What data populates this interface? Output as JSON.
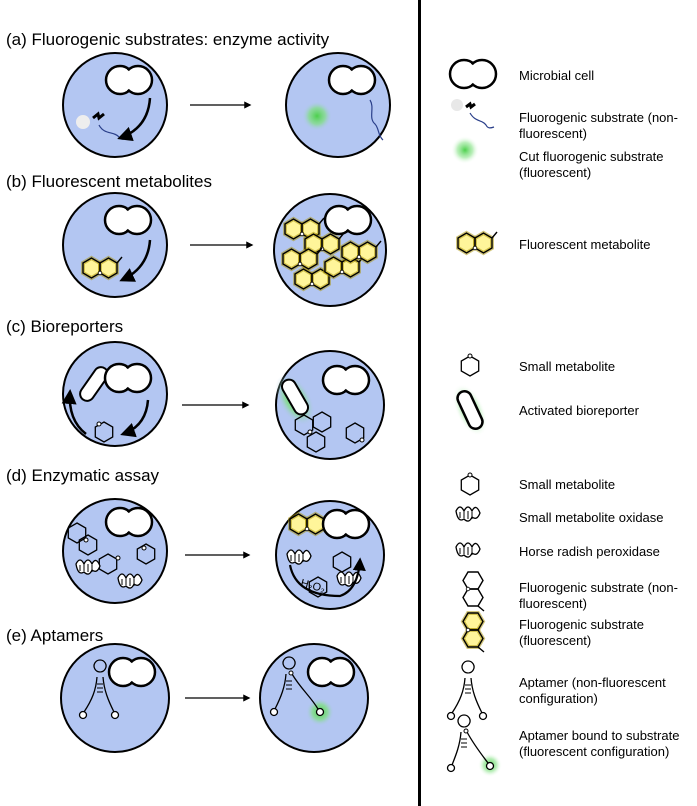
{
  "panels": [
    {
      "title": "(a) Fluorogenic substrates: enzyme activity"
    },
    {
      "title": "(b) Fluorescent metabolites"
    },
    {
      "title": "(c) Bioreporters"
    },
    {
      "title": "(d) Enzymatic assay"
    },
    {
      "title": "(e) Aptamers"
    }
  ],
  "h2o2_label": "H₂O₂",
  "legend": [
    {
      "label": "Microbial cell"
    },
    {
      "label": "Fluorogenic substrate (non-fluorescent)"
    },
    {
      "label": "Cut fluorogenic substrate (fluorescent)"
    },
    {
      "label": "Fluorescent metabolite"
    },
    {
      "label": "Small metabolite"
    },
    {
      "label": "Activated bioreporter"
    },
    {
      "label": "Small metabolite"
    },
    {
      "label": "Small metabolite oxidase"
    },
    {
      "label": "Horse radish peroxidase"
    },
    {
      "label": "Fluorogenic substrate (non-fluorescent)"
    },
    {
      "label": "Fluorogenic substrate (fluorescent)"
    },
    {
      "label": "Aptamer (non-fluorescent configuration)"
    },
    {
      "label": "Aptamer bound to substrate (fluorescent configuration)"
    }
  ],
  "colors": {
    "cell_fill": "#b3c6f2",
    "glow": "#4cd04c",
    "metabolite_fill": "#fff59a",
    "metabolite_stroke": "#a88f00"
  }
}
